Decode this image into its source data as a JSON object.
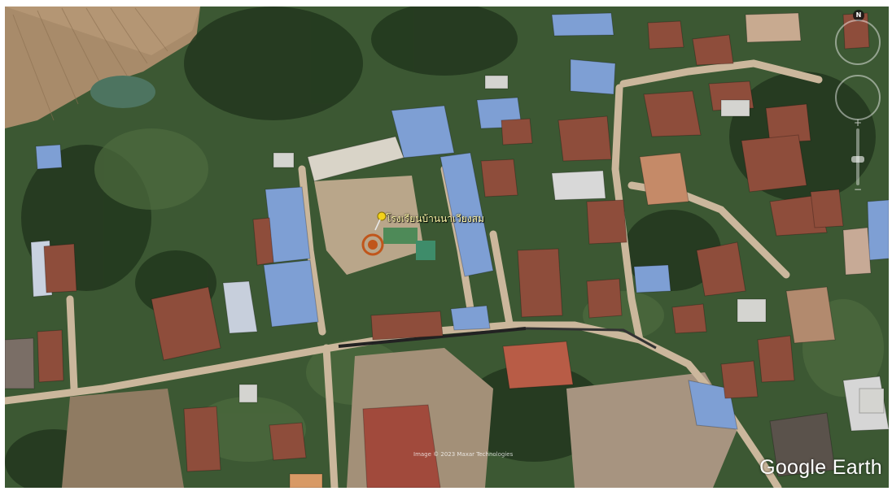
{
  "placemark": {
    "label": "โรงเรียนบ้านนาเวียงสม",
    "pin_icon": "yellow-pushpin-icon",
    "marker_icon": "circle-target-icon",
    "pin_color": "#f2d21a",
    "marker_color": "#c0561b"
  },
  "imagery_credit": "Image © 2023 Maxar Technologies",
  "logo": "Google Earth",
  "navigation": {
    "north_label": "N",
    "compass_icon": "compass-ring-icon",
    "look_icon": "look-around-ring-icon",
    "zoom_icon": "zoom-slider-icon"
  },
  "colors": {
    "vegetation": "#2f4a28",
    "roof_blue": "#7ea0d6",
    "roof_brown": "#8a4a3a",
    "road": "#c9b59a"
  }
}
